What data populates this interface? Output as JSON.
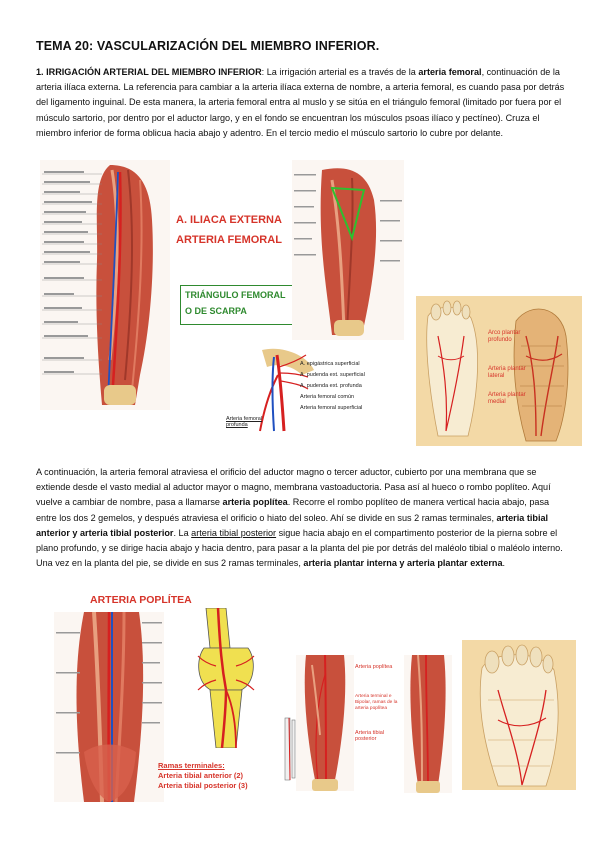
{
  "title": "TEMA 20: VASCULARIZACIÓN DEL MIEMBRO INFERIOR.",
  "p1": {
    "heading": "1. IRRIGACIÓN ARTERIAL DEL MIEMBRO INFERIOR",
    "t1": ": La irrigación arterial es a través de la ",
    "b1": "arteria femoral",
    "t2": ", continuación de la arteria ilíaca externa. La referencia para cambiar a la arteria ilíaca externa de nombre, a arteria femoral, es cuando pasa por detrás del ligamento inguinal. De esta manera, la arteria femoral entra al muslo y se sitúa en el triángulo femoral (limitado por fuera por el músculo sartorio, por dentro por el aductor largo, y en el fondo se encuentran los músculos psoas ilíaco y pectíneo). Cruza el miembro inferior de forma oblicua hacia abajo y adentro. En el tercio medio el músculo sartorio lo cubre por delante."
  },
  "fig1": {
    "label_iliaca": "A. ILIACA EXTERNA",
    "label_femoral": "ARTERIA FEMORAL",
    "triangle_line1": "TRIÁNGULO FEMORAL",
    "triangle_line2": "O DE SCARPA",
    "sub_labels": [
      "A. epigástrica superficial",
      "A. pudenda ext. superficial",
      "A. pudenda ext. profunda",
      "Arteria femoral común",
      "Arteria femoral superficial"
    ],
    "profunda_label": "Arteria femoral profunda"
  },
  "fig_foot1": {
    "label1": "Arco plantar profundo",
    "label2": "Arteria plantar lateral",
    "label3": "Arteria plantar medial"
  },
  "p2": {
    "t1": "A continuación, la arteria femoral atraviesa el orificio del aductor magno o tercer aductor, cubierto por una membrana que se extiende desde el vasto medial al aductor mayor o magno, membrana vastoaductoria. Pasa así al hueco o rombo poplíteo. Aquí vuelve a cambiar de nombre, pasa a llamarse ",
    "b1": "arteria poplítea",
    "t2": ". Recorre el rombo poplíteo de manera vertical hacia abajo, pasa entre los dos 2 gemelos, y después atraviesa el orificio o hiato del soleo. Ahí se divide en sus 2 ramas terminales, ",
    "b2": "arteria tibial anterior y arteria tibial posterior",
    "t3": ". La ",
    "u1": "arteria tibial posterior",
    "t4": " sigue hacia abajo en el compartimento posterior de la pierna sobre el plano profundo, y se dirige hacia abajo y hacia dentro, para pasar a la planta del pie por detrás del maléolo tibial o maléolo interno. Una vez en la planta del pie, se divide en sus 2 ramas terminales, ",
    "b3": "arteria plantar interna y arteria plantar externa",
    "t5": "."
  },
  "fig2": {
    "label_poplitea": "ARTERIA POPLÍTEA",
    "ramas_title": "Ramas terminales:",
    "rama1": "Arteria tibial anterior (2)",
    "rama2": "Arteria tibial posterior (3)",
    "leg_label1": "Arteria poplítea",
    "leg_label2": "Arteria terminal e Bipolar, ramas de la arteria poplítea",
    "leg_label3": "Arteria tibial posterior"
  },
  "colors": {
    "red_label": "#d6342a",
    "green_label": "#2f8a2f",
    "muscle": "#c8503c",
    "bone": "#e8c98a"
  }
}
